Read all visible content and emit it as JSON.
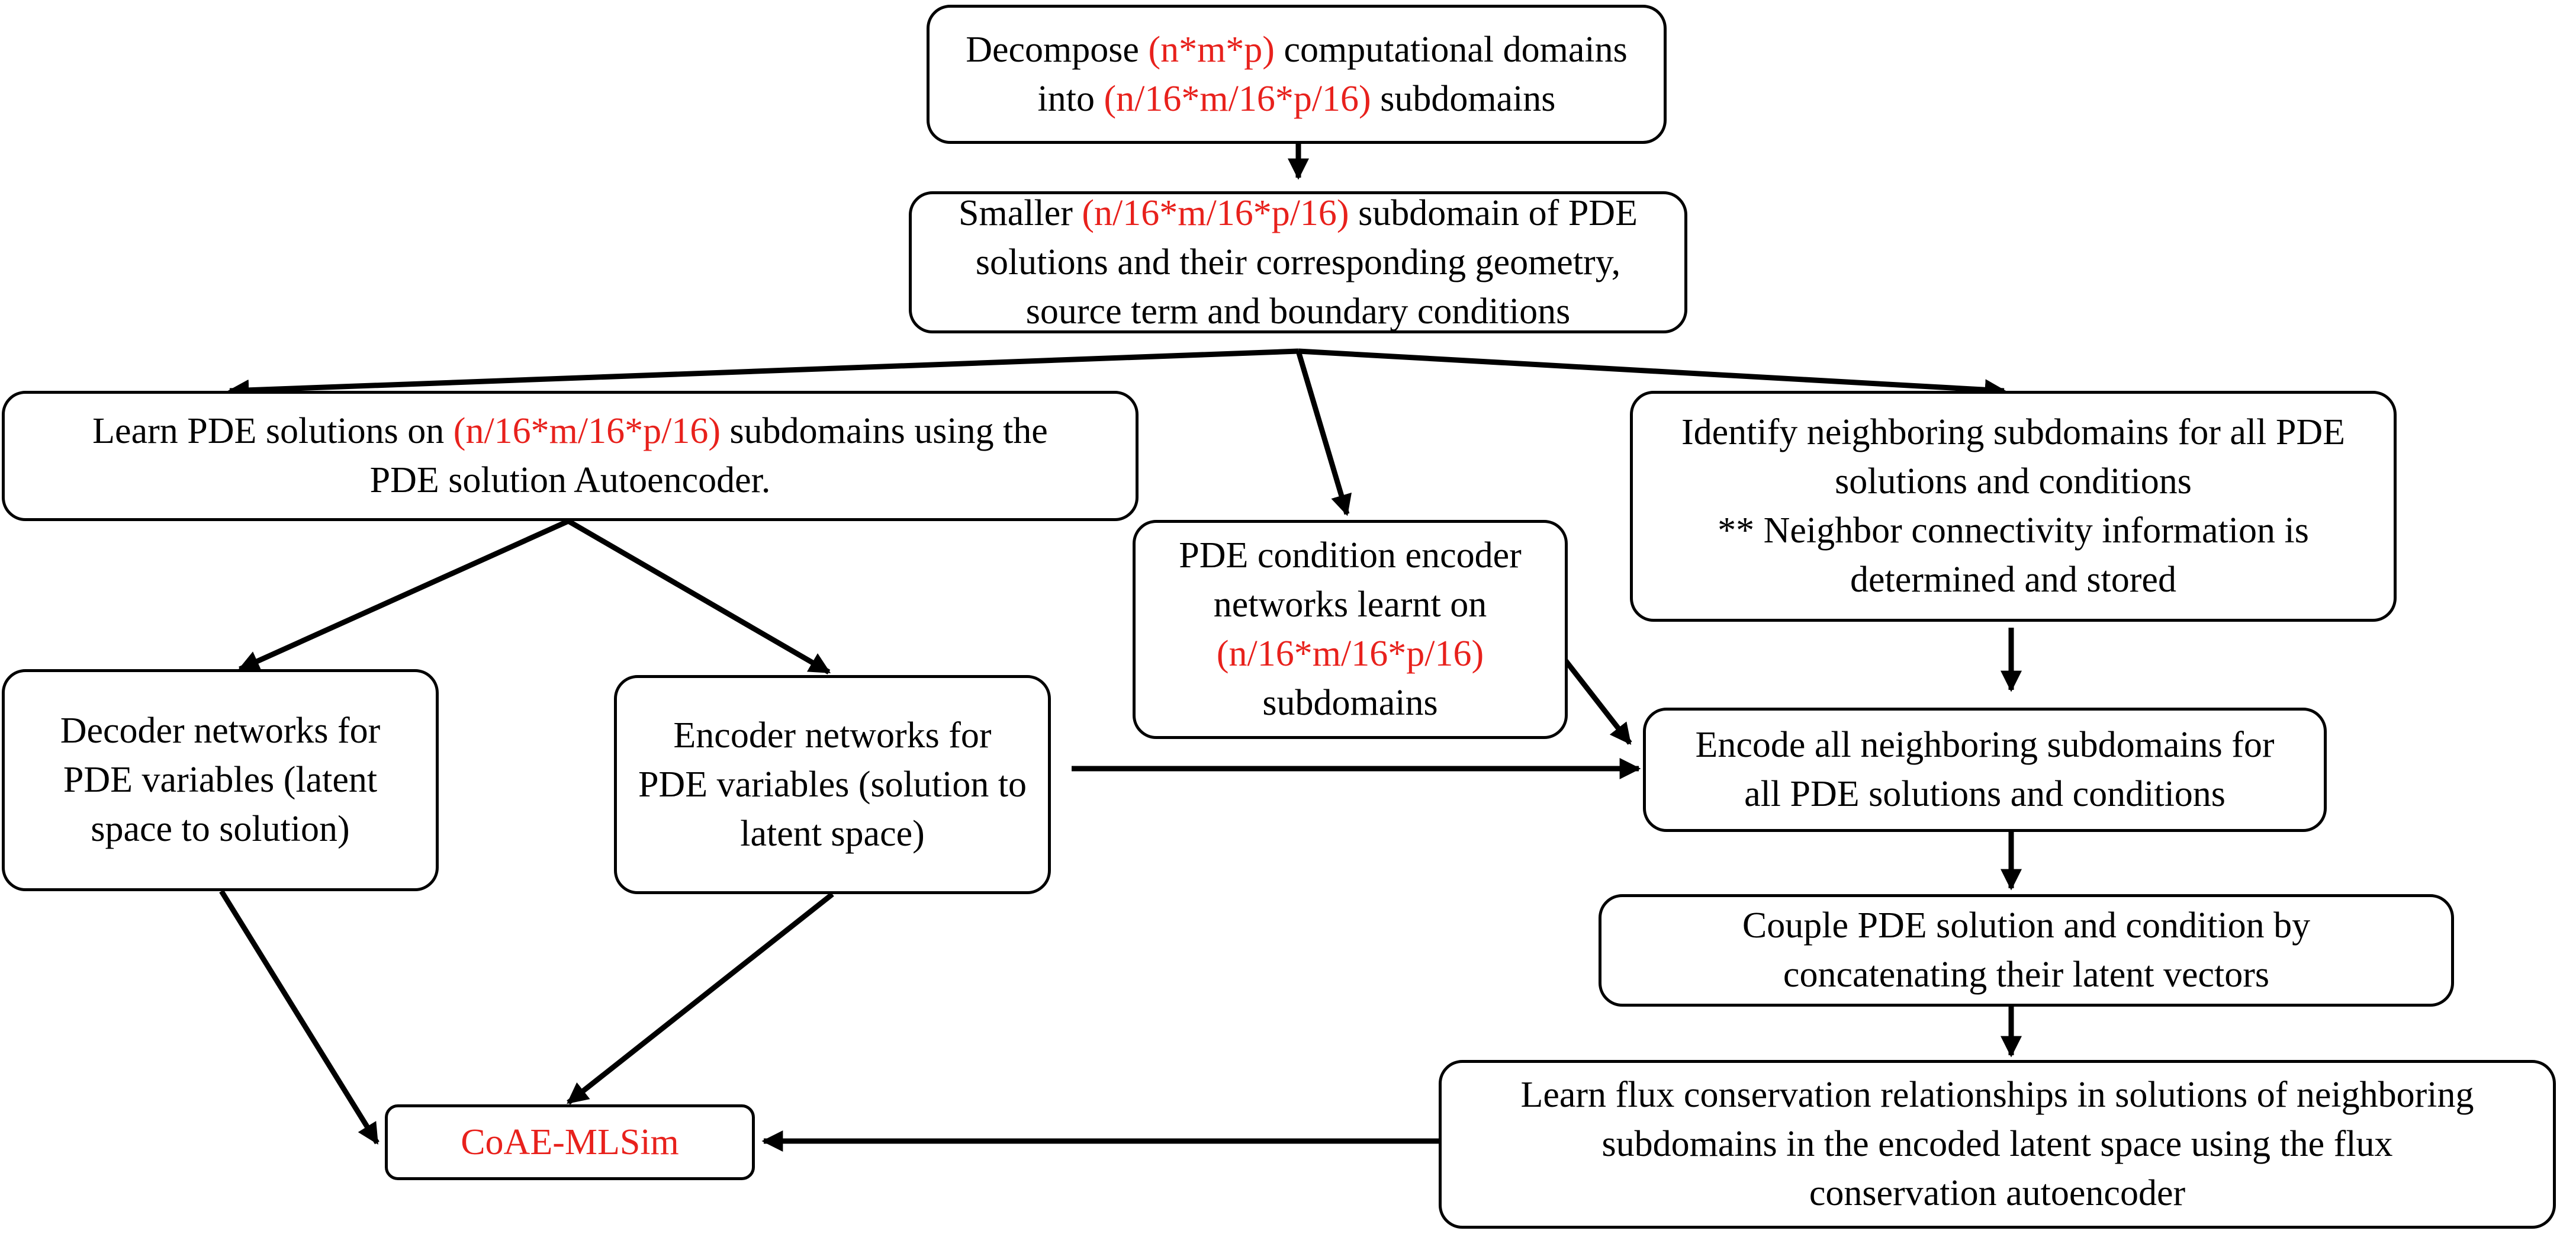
{
  "colors": {
    "text": "#000000",
    "highlight": "#e8211c",
    "border": "#000000"
  },
  "nodes": {
    "decompose": {
      "lines": [
        [
          {
            "t": "Decompose "
          },
          {
            "t": "(n*m*p)",
            "hl": true
          },
          {
            "t": " computational domains"
          }
        ],
        [
          {
            "t": "into "
          },
          {
            "t": "(n/16*m/16*p/16)",
            "hl": true
          },
          {
            "t": " subdomains"
          }
        ]
      ]
    },
    "smaller": {
      "lines": [
        [
          {
            "t": "Smaller "
          },
          {
            "t": "(n/16*m/16*p/16)",
            "hl": true
          },
          {
            "t": " subdomain of PDE"
          }
        ],
        [
          {
            "t": "solutions and their corresponding geometry,"
          }
        ],
        [
          {
            "t": "source term and boundary conditions"
          }
        ]
      ]
    },
    "learn_pde": {
      "lines": [
        [
          {
            "t": "Learn PDE solutions on "
          },
          {
            "t": "(n/16*m/16*p/16)",
            "hl": true
          },
          {
            "t": " subdomains using the"
          }
        ],
        [
          {
            "t": "PDE solution Autoencoder."
          }
        ]
      ]
    },
    "condition_encoder": {
      "lines": [
        [
          {
            "t": "PDE condition encoder"
          }
        ],
        [
          {
            "t": "networks learnt on"
          }
        ],
        [
          {
            "t": "(n/16*m/16*p/16)",
            "hl": true
          }
        ],
        [
          {
            "t": "subdomains"
          }
        ]
      ]
    },
    "identify": {
      "lines": [
        [
          {
            "t": "Identify neighboring subdomains for all PDE"
          }
        ],
        [
          {
            "t": "solutions and conditions"
          }
        ],
        [
          {
            "t": "** Neighbor connectivity information is"
          }
        ],
        [
          {
            "t": "determined and stored"
          }
        ]
      ]
    },
    "decoder": {
      "lines": [
        [
          {
            "t": "Decoder networks for"
          }
        ],
        [
          {
            "t": "PDE variables (latent"
          }
        ],
        [
          {
            "t": "space to solution)"
          }
        ]
      ]
    },
    "encoder": {
      "lines": [
        [
          {
            "t": "Encoder networks for"
          }
        ],
        [
          {
            "t": "PDE variables (solution to"
          }
        ],
        [
          {
            "t": "latent space)"
          }
        ]
      ]
    },
    "encode_all": {
      "lines": [
        [
          {
            "t": "Encode all neighboring subdomains for"
          }
        ],
        [
          {
            "t": "all PDE solutions and conditions"
          }
        ]
      ]
    },
    "couple": {
      "lines": [
        [
          {
            "t": "Couple PDE solution and condition by"
          }
        ],
        [
          {
            "t": "concatenating their latent vectors"
          }
        ]
      ]
    },
    "learn_flux": {
      "lines": [
        [
          {
            "t": "Learn flux conservation relationships in solutions of neighboring"
          }
        ],
        [
          {
            "t": "subdomains in the encoded latent space using the flux"
          }
        ],
        [
          {
            "t": "conservation autoencoder"
          }
        ]
      ]
    },
    "coae": {
      "lines": [
        [
          {
            "t": "CoAE-MLSim",
            "hl": true
          }
        ]
      ]
    }
  },
  "edges": [
    {
      "from": "decompose",
      "to": "smaller"
    },
    {
      "from": "smaller",
      "to": "learn_pde"
    },
    {
      "from": "smaller",
      "to": "condition_encoder"
    },
    {
      "from": "smaller",
      "to": "identify"
    },
    {
      "from": "learn_pde",
      "to": "decoder"
    },
    {
      "from": "learn_pde",
      "to": "encoder"
    },
    {
      "from": "identify",
      "to": "encode_all"
    },
    {
      "from": "condition_encoder",
      "to": "encode_all"
    },
    {
      "from": "encoder",
      "to": "encode_all"
    },
    {
      "from": "encode_all",
      "to": "couple"
    },
    {
      "from": "couple",
      "to": "learn_flux"
    },
    {
      "from": "decoder",
      "to": "coae"
    },
    {
      "from": "encoder",
      "to": "coae"
    },
    {
      "from": "learn_flux",
      "to": "coae"
    }
  ]
}
